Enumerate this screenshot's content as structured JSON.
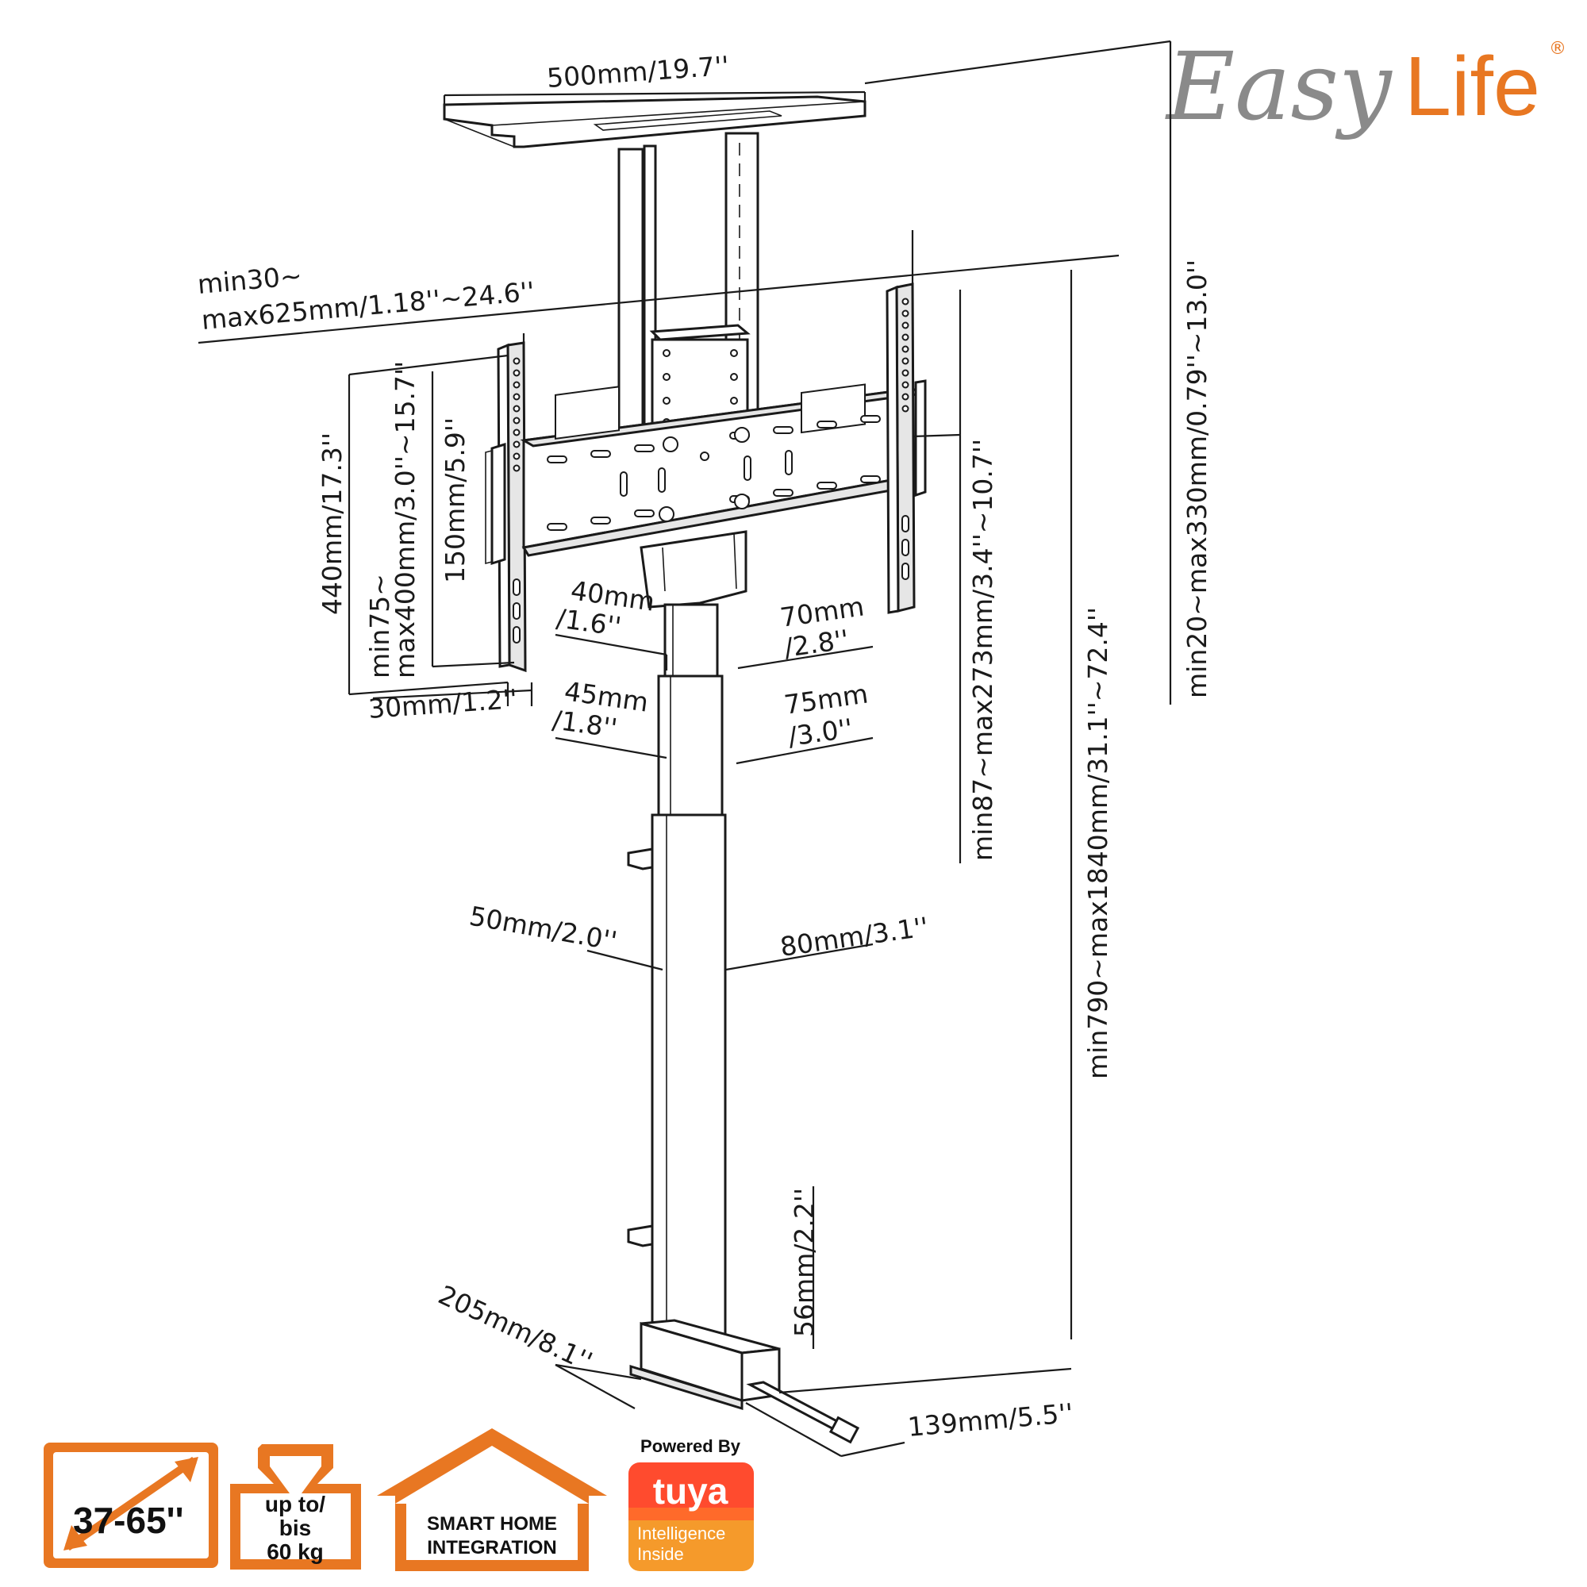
{
  "brand": {
    "name_part1": "Easy",
    "name_part2": "Life",
    "registered": "®",
    "accent_color": "#e87722",
    "gray_color": "#8a8a8a"
  },
  "dimensions": {
    "top_plate_width": "500mm/19.7''",
    "arm_width_line1": "min30~",
    "arm_width_line2": "max625mm/1.18''~24.6''",
    "bracket_height": "440mm/17.3''",
    "vesa_line1": "min75~",
    "vesa_line2": "max400mm/3.0''~15.7''",
    "rail_spacing": "150mm/5.9''",
    "bracket_depth": "30mm/1.2''",
    "inner_col_w": "40mm",
    "inner_col_w_in": "/1.6''",
    "inner_col_d": "70mm",
    "inner_col_d_in": "/2.8''",
    "mid_col_w": "45mm",
    "mid_col_w_in": "/1.8''",
    "mid_col_d": "75mm",
    "mid_col_d_in": "/3.0''",
    "outer_col_w": "50mm/2.0''",
    "outer_col_d": "80mm/3.1''",
    "top_offset": "min20~max330mm/0.79''~13.0''",
    "tilt_range": "min87~max273mm/3.4''~10.7''",
    "total_height": "min790~max1840mm/31.1''~72.4''",
    "base_height": "56mm/2.2''",
    "base_length": "205mm/8.1''",
    "base_width": "139mm/5.5''"
  },
  "badges": {
    "screen_size": "37-65''",
    "load_line1": "up to/",
    "load_line2": "bis",
    "load_line3": "60 kg",
    "smart_line1": "SMART HOME",
    "smart_line2": "INTEGRATION",
    "powered_by": "Powered By",
    "tuya": "tuya",
    "intel_line1": "Intelligence",
    "intel_line2": "Inside",
    "orange": "#e87722",
    "tuya_red": "#ff4b2e"
  }
}
